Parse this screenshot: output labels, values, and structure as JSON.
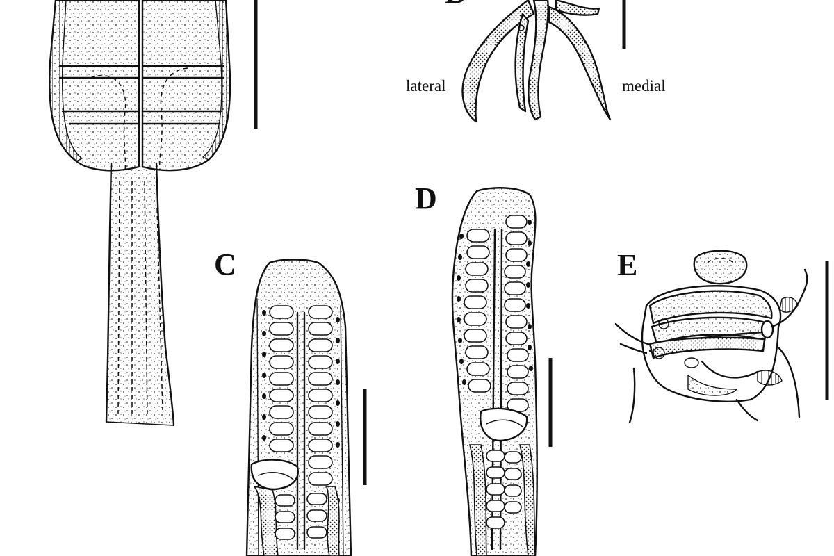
{
  "panels": {
    "b": {
      "letter": "B",
      "caption_left": "lateral",
      "caption_right": "medial"
    },
    "c": {
      "letter": "C"
    },
    "d": {
      "letter": "D"
    },
    "e": {
      "letter": "E"
    }
  },
  "colors": {
    "ink": "#111111",
    "paper": "#ffffff"
  }
}
